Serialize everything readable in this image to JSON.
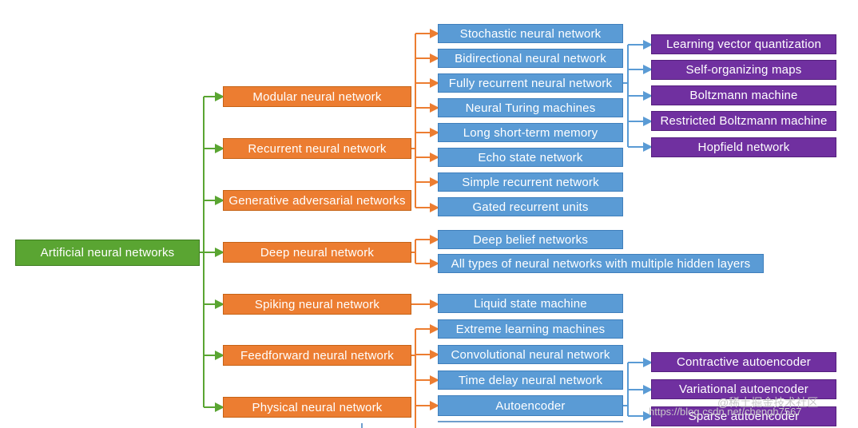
{
  "diagram": {
    "root": "Artificial neural networks",
    "categories": [
      "Modular neural network",
      "Recurrent neural network",
      "Generative adversarial networks",
      "Deep neural network",
      "Spiking  neural network",
      "Feedforward neural network",
      "Physical  neural network"
    ],
    "recurrent_children": [
      "Stochastic neural network",
      "Bidirectional  neural network",
      "Fully recurrent neural network",
      "Neural Turing machines",
      "Long short-term memory",
      "Echo state network",
      "Simple recurrent network",
      "Gated recurrent units"
    ],
    "fully_recurrent_children": [
      "Learning vector quantization",
      "Self-organizing maps",
      "Boltzmann machine",
      "Restricted Boltzmann machine",
      "Hopfield network"
    ],
    "deep_children": [
      "Deep belief networks",
      "All types of neural networks with multiple hidden layers"
    ],
    "spiking_children": [
      "Liquid state machine"
    ],
    "feedforward_children": [
      "Extreme learning machines",
      "Convolutional neural network",
      "Time delay neural network",
      "Autoencoder"
    ],
    "autoencoder_children": [
      "Contractive  autoencoder",
      "Variational  autoencoder",
      "Sparse autoencoder"
    ]
  },
  "colors": {
    "root": "#5aa532",
    "category": "#ec7d31",
    "subtype": "#5a9bd5",
    "leaf": "#7030a0"
  },
  "watermark": {
    "url": "https://blog.csdn.net/chengh7567",
    "site": "@稀土掘金技术社区"
  }
}
